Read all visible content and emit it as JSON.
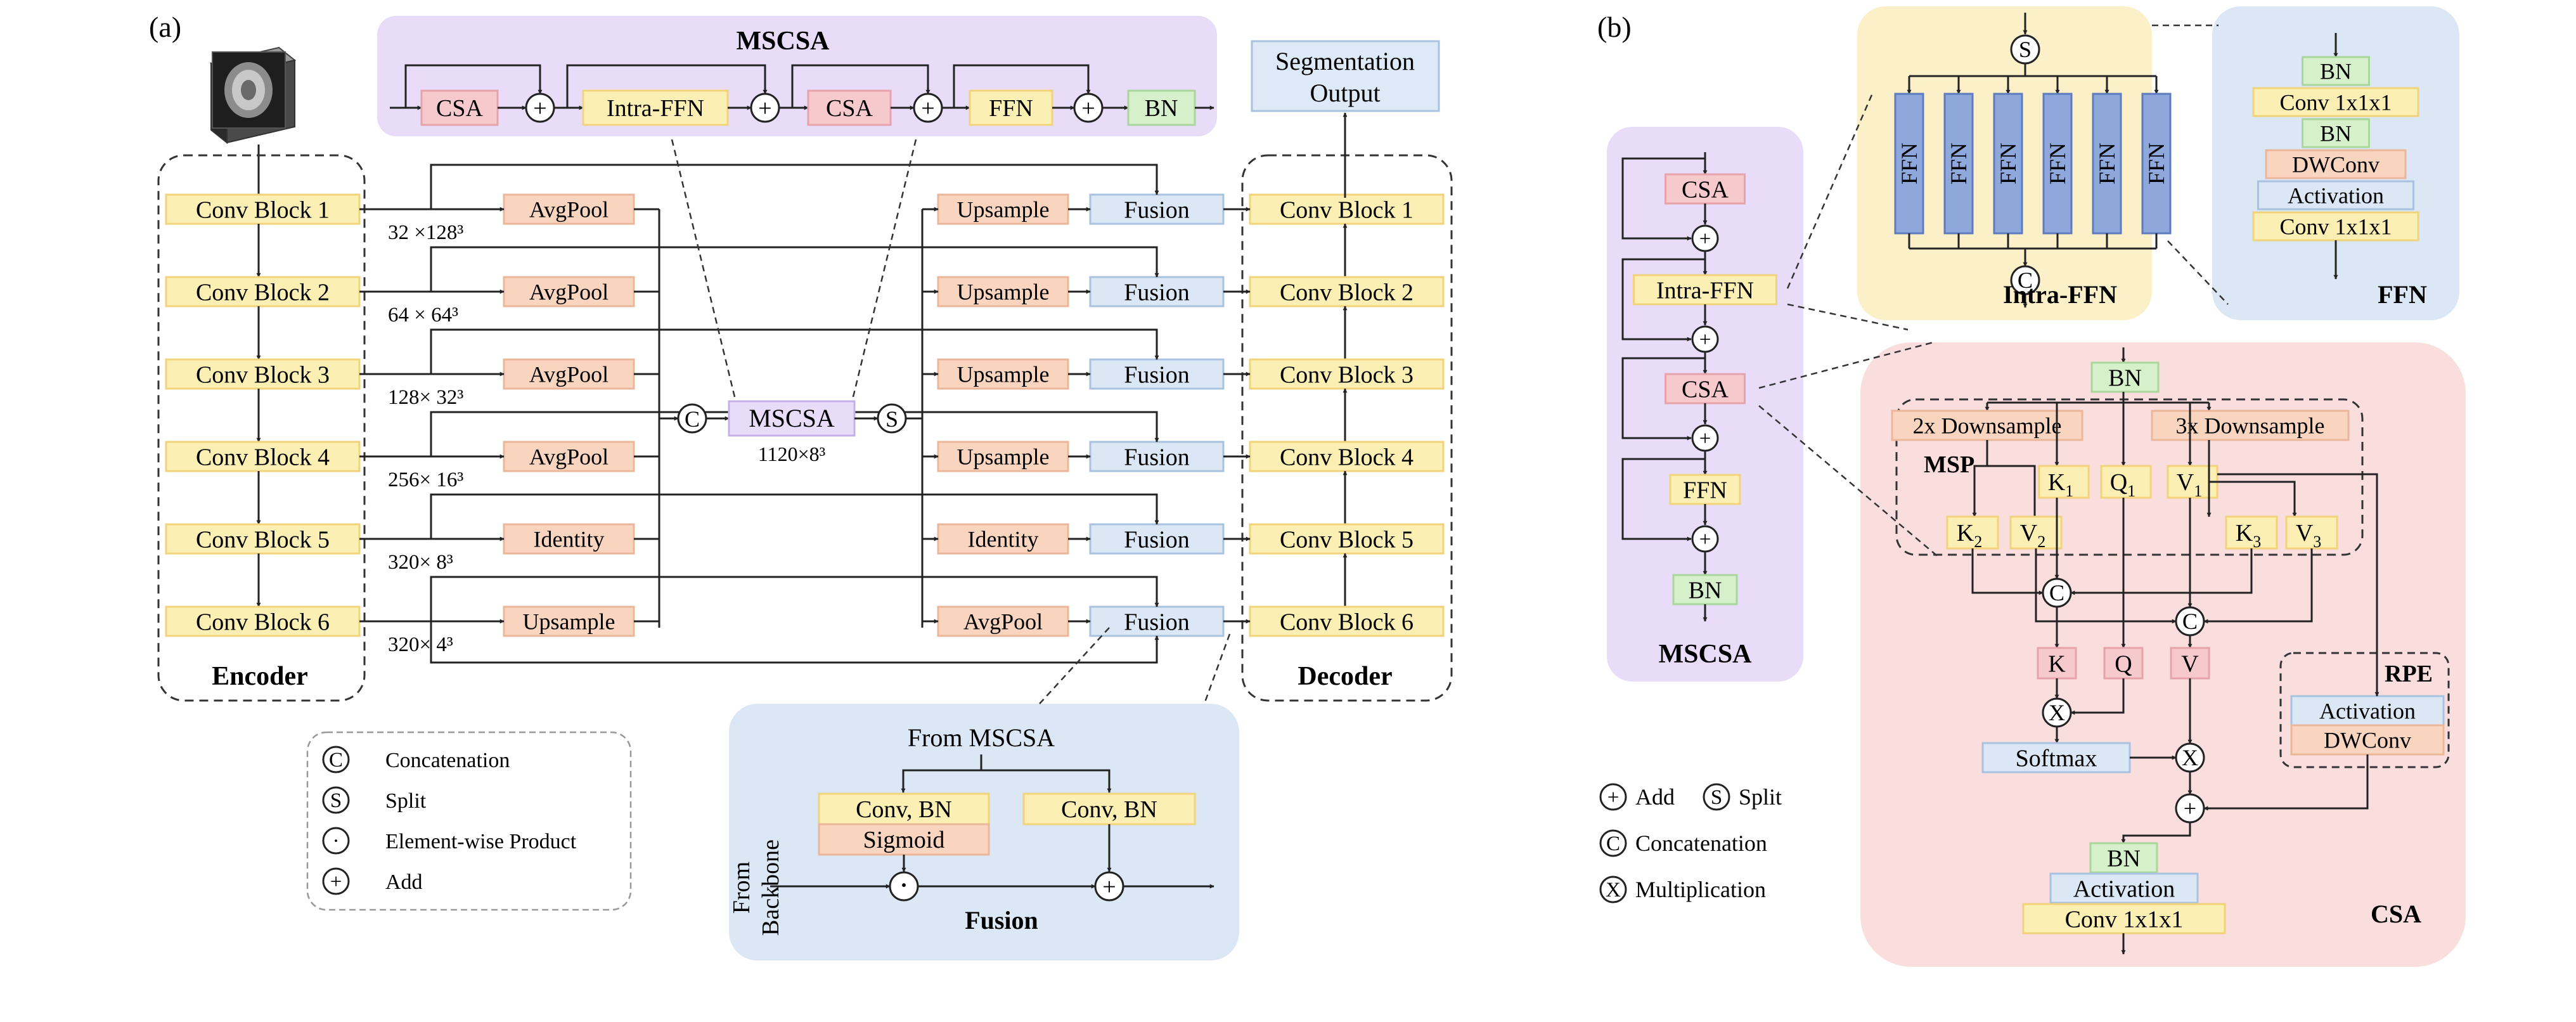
{
  "colors": {
    "yellow": "#fcefb4",
    "yellow_border": "#f0d37a",
    "salmon": "#f9d5c0",
    "salmon_border": "#ebb79b",
    "pink": "#f6c9cd",
    "pink_border": "#e7a3aa",
    "green": "#d7f0cc",
    "green_border": "#a9d69a",
    "blue": "#dbe7f4",
    "blue_border": "#a9c2df",
    "purple": "#e8dcf9",
    "purple_light": "#ede3fb",
    "lightblue": "#dde9f6",
    "cream": "#fcf0c8",
    "lightpink": "#f9dedd",
    "ffn_bar": "#8fa8dc",
    "ffn_bar_border": "#5d7bbd"
  },
  "panel_a": {
    "label": "(a)",
    "mscsa_title": "MSCSA",
    "mscsa_chain": [
      "CSA",
      "Intra-FFN",
      "CSA",
      "FFN",
      "BN"
    ],
    "segmentation_output": [
      "Segmentation",
      "Output"
    ],
    "encoder_label": "Encoder",
    "decoder_label": "Decoder",
    "encoder_blocks": [
      "Conv Block 1",
      "Conv Block 2",
      "Conv Block 3",
      "Conv Block 4",
      "Conv Block 5",
      "Conv Block 6"
    ],
    "decoder_blocks": [
      "Conv Block 1",
      "Conv Block 2",
      "Conv Block 3",
      "Conv Block 4",
      "Conv Block 5",
      "Conv Block 6"
    ],
    "dims": [
      "32 ×128³",
      "64 × 64³",
      "128× 32³",
      "256× 16³",
      "320×  8³",
      "320×  4³"
    ],
    "left_ops": [
      "AvgPool",
      "AvgPool",
      "AvgPool",
      "AvgPool",
      "Identity",
      "Upsample"
    ],
    "right_ops": [
      "Upsample",
      "Upsample",
      "Upsample",
      "Upsample",
      "Identity",
      "AvgPool"
    ],
    "fusion": [
      "Fusion",
      "Fusion",
      "Fusion",
      "Fusion",
      "Fusion",
      "Fusion"
    ],
    "center_label": "MSCSA",
    "center_dim": "1120×8³",
    "concat_symbol": "C",
    "split_symbol": "S",
    "add_symbol": "+",
    "legend": [
      {
        "symbol": "C",
        "label": "Concatenation"
      },
      {
        "symbol": "S",
        "label": "Split"
      },
      {
        "symbol": "·",
        "label": "Element-wise Product"
      },
      {
        "symbol": "+",
        "label": "Add"
      }
    ],
    "fusion_detail": {
      "from_mscsa": "From MSCSA",
      "conv_bn_left": "Conv, BN",
      "sigmoid": "Sigmoid",
      "conv_bn_right": "Conv, BN",
      "from_backbone": [
        "From",
        "Backbone"
      ],
      "title": "Fusion",
      "product_symbol": "·"
    }
  },
  "panel_b": {
    "label": "(b)",
    "mscsa_stack": [
      "CSA",
      "Intra-FFN",
      "CSA",
      "FFN",
      "BN"
    ],
    "mscsa_title": "MSCSA",
    "intra_ffn": {
      "bars": [
        "FFN",
        "FFN",
        "FFN",
        "FFN",
        "FFN",
        "FFN"
      ],
      "title": "Intra-FFN"
    },
    "ffn": {
      "layers": [
        "BN",
        "Conv 1x1x1",
        "BN",
        "DWConv",
        "Activation",
        "Conv 1x1x1"
      ],
      "title": "FFN"
    },
    "csa": {
      "bn_top": "BN",
      "downsample_2x": "2x Downsample",
      "downsample_3x": "3x Downsample",
      "msp": "MSP",
      "k1": "K",
      "k1_sub": "1",
      "q1": "Q",
      "q1_sub": "1",
      "v1": "V",
      "v1_sub": "1",
      "k2": "K",
      "k2_sub": "2",
      "v2": "V",
      "v2_sub": "2",
      "k3": "K",
      "k3_sub": "3",
      "v3": "V",
      "v3_sub": "3",
      "k": "K",
      "q": "Q",
      "v": "V",
      "softmax": "Softmax",
      "rpe": "RPE",
      "rpe_activation": "Activation",
      "rpe_dwconv": "DWConv",
      "bn_bottom": "BN",
      "activation": "Activation",
      "conv_out": "Conv 1x1x1",
      "title": "CSA",
      "mult_symbol": "X"
    },
    "legend": [
      {
        "symbol": "+",
        "label": "Add"
      },
      {
        "symbol": "S",
        "label": "Split"
      },
      {
        "symbol": "C",
        "label": "Concatenation"
      },
      {
        "symbol": "X",
        "label": "Multiplication"
      }
    ]
  }
}
